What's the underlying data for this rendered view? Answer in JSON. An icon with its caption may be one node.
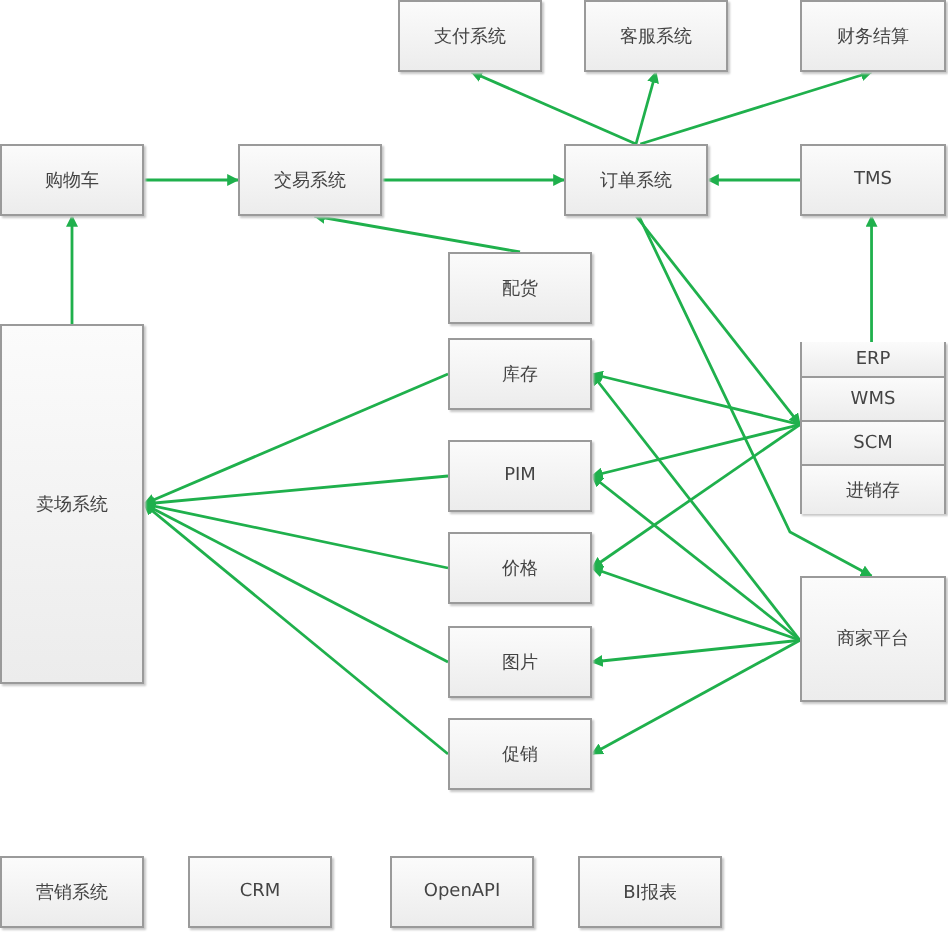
{
  "diagram": {
    "nodes": [
      {
        "text": [
          "支付系统"
        ]
      },
      {
        "text": [
          "客服系统"
        ]
      },
      {
        "text": [
          "财务结算"
        ]
      },
      {
        "text": [
          "购物车"
        ]
      },
      {
        "text": [
          "交易系统"
        ]
      },
      {
        "text": [
          "订单系统"
        ]
      },
      {
        "text": [
          "TMS"
        ]
      },
      {
        "text": [
          "配货"
        ]
      },
      {
        "text": [
          "卖场系统"
        ]
      },
      {
        "text": [
          "库存"
        ]
      },
      {
        "text": [
          "PIM"
        ]
      },
      {
        "text": [
          "价格"
        ]
      },
      {
        "text": [
          "图片"
        ]
      },
      {
        "text": [
          "促销"
        ]
      },
      {
        "text": [],
        "shape": "box"
      },
      {
        "text": [
          "ERP"
        ],
        "in": 14
      },
      {
        "text": [
          "WMS"
        ],
        "in": 14
      },
      {
        "text": [
          "SCM"
        ],
        "in": 14
      },
      {
        "text": [
          "进销存"
        ],
        "in": 14
      },
      {
        "text": [
          "商家平台"
        ]
      },
      {
        "text": [
          "营销系统"
        ]
      },
      {
        "text": [
          "CRM"
        ]
      },
      {
        "text": [
          "OpenAPI"
        ]
      },
      {
        "text": [
          "BI报表"
        ]
      }
    ],
    "edges": [
      {
        "from": 5,
        "to": 0,
        "arrow": "to"
      },
      {
        "from": 5,
        "to": 1,
        "arrow": "to"
      },
      {
        "from": 5,
        "to": 2,
        "arrow": "to"
      },
      {
        "from": 3,
        "to": 4,
        "arrow": "to"
      },
      {
        "from": 4,
        "to": 5,
        "arrow": "to"
      },
      {
        "from": 6,
        "to": 5,
        "arrow": "to"
      },
      {
        "from": 7,
        "to": 4,
        "arrow": "to"
      },
      {
        "from": 8,
        "to": 3,
        "arrow": "to"
      },
      {
        "from": 14,
        "to": 6,
        "arrow": "to"
      },
      {
        "from": 5,
        "to": 14,
        "arrow": "to"
      },
      {
        "from": 5,
        "to": 19,
        "arrow": "to"
      },
      {
        "from": 14,
        "to": 9,
        "arrow": "to"
      },
      {
        "from": 14,
        "to": 10,
        "arrow": "to"
      },
      {
        "from": 14,
        "to": 11,
        "arrow": "to"
      },
      {
        "from": 19,
        "to": 9,
        "arrow": "to"
      },
      {
        "from": 19,
        "to": 10,
        "arrow": "to"
      },
      {
        "from": 19,
        "to": 11,
        "arrow": "to"
      },
      {
        "from": 19,
        "to": 12,
        "arrow": "to"
      },
      {
        "from": 19,
        "to": 13,
        "arrow": "to"
      },
      {
        "from": 9,
        "to": 8,
        "arrow": "to"
      },
      {
        "from": 10,
        "to": 8,
        "arrow": "to"
      },
      {
        "from": 11,
        "to": 8,
        "arrow": "to"
      },
      {
        "from": 12,
        "to": 8,
        "arrow": "to"
      },
      {
        "from": 13,
        "to": 8,
        "arrow": "to"
      }
    ]
  }
}
